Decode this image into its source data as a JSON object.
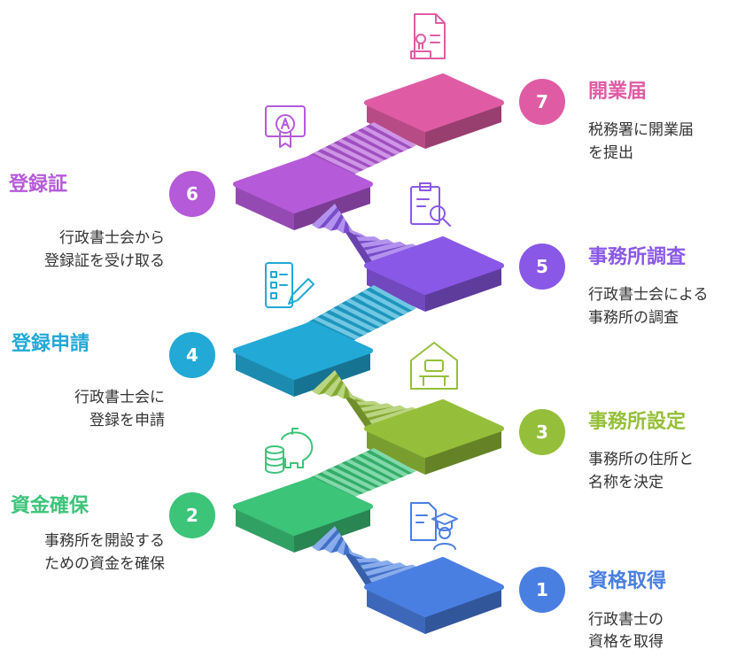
{
  "colors": {
    "s1": "#4a7fe2",
    "s2": "#3cc479",
    "s3": "#95bf3a",
    "s4": "#22a9d6",
    "s5": "#8a58e6",
    "s6": "#b55ad9",
    "s7": "#df5ca4"
  },
  "steps": [
    {
      "number": "1",
      "title": "資格取得",
      "desc": [
        "行政書士の",
        "資格を取得"
      ],
      "icon": "graduate-document-icon",
      "color": "#4a7fe2"
    },
    {
      "number": "2",
      "title": "資金確保",
      "desc": [
        "事務所を開設する",
        "ための資金を確保"
      ],
      "icon": "piggy-bank-coins-icon",
      "color": "#3cc479"
    },
    {
      "number": "3",
      "title": "事務所設定",
      "desc": [
        "事務所の住所と",
        "名称を決定"
      ],
      "icon": "office-house-icon",
      "color": "#95bf3a"
    },
    {
      "number": "4",
      "title": "登録申請",
      "desc": [
        "行政書士会に",
        "登録を申請"
      ],
      "icon": "form-pencil-icon",
      "color": "#22a9d6"
    },
    {
      "number": "5",
      "title": "事務所調査",
      "desc": [
        "行政書士会による",
        "事務所の調査"
      ],
      "icon": "clipboard-search-icon",
      "color": "#8a58e6"
    },
    {
      "number": "6",
      "title": "登録証",
      "desc": [
        "行政書士会から",
        "登録証を受け取る"
      ],
      "icon": "certificate-award-icon",
      "color": "#b55ad9"
    },
    {
      "number": "7",
      "title": "開業届",
      "desc": [
        "税務署に開業届",
        "を提出"
      ],
      "icon": "document-stamp-icon",
      "color": "#df5ca4"
    }
  ]
}
